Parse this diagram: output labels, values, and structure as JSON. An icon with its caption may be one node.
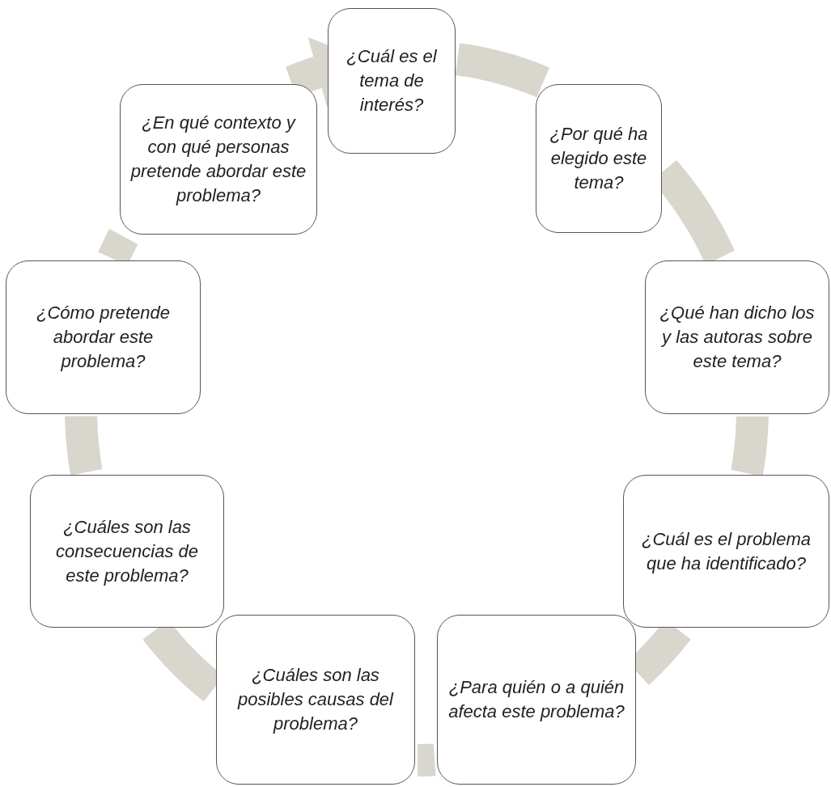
{
  "diagram": {
    "nodes": [
      {
        "text": [
          "¿Cuál es el tema de interés?"
        ]
      },
      {
        "text": [
          "¿Por qué ha elegido este tema?"
        ]
      },
      {
        "text": [
          "¿Qué han dicho los y las autoras sobre este tema?"
        ]
      },
      {
        "text": [
          "¿Cuál es el problema que ha identificado?"
        ]
      },
      {
        "text": [
          "¿Para quién o a quién afecta este problema?"
        ]
      },
      {
        "text": [
          "¿Cuáles son las posibles causas del problema?"
        ]
      },
      {
        "text": [
          "¿Cuáles son las consecuencias de este problema?"
        ]
      },
      {
        "text": [
          "¿Cómo pretende abordar este problema?"
        ]
      },
      {
        "text": [
          "¿En qué contexto y con qué personas pretende abordar este problema?"
        ]
      }
    ],
    "edges": [
      {
        "from": 0,
        "to": 1,
        "arrow": "none"
      },
      {
        "from": 1,
        "to": 2,
        "arrow": "none"
      },
      {
        "from": 2,
        "to": 3,
        "arrow": "none"
      },
      {
        "from": 3,
        "to": 4,
        "arrow": "none"
      },
      {
        "from": 4,
        "to": 5,
        "arrow": "none"
      },
      {
        "from": 5,
        "to": 6,
        "arrow": "none"
      },
      {
        "from": 6,
        "to": 7,
        "arrow": "none"
      },
      {
        "from": 7,
        "to": 8,
        "arrow": "none"
      },
      {
        "from": 8,
        "to": 0,
        "arrow": "to"
      }
    ]
  }
}
